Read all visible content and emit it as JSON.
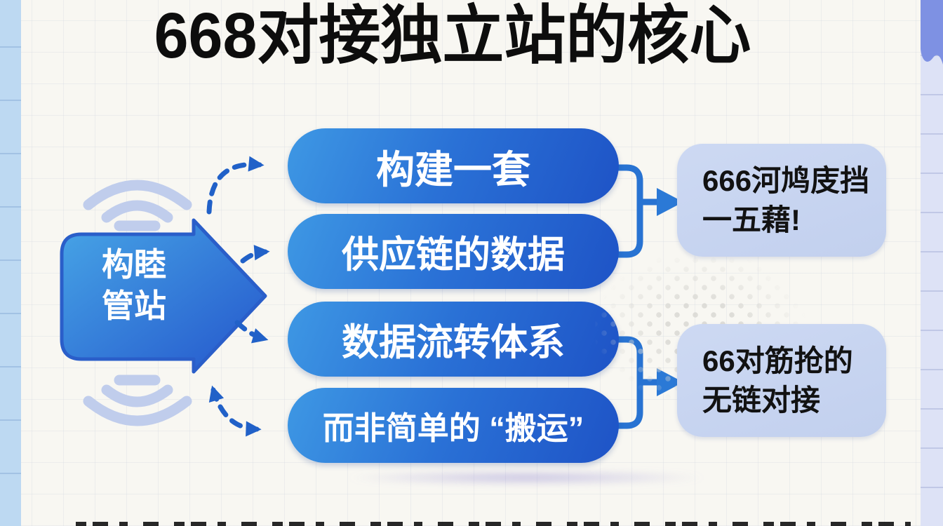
{
  "title": "668对接独立站的核心",
  "source_node": {
    "line1": "构睦",
    "line2": "管站"
  },
  "pills": [
    "构建一套",
    "供应链的数据",
    "数据流转体系",
    "而非简单的 “搬运”"
  ],
  "boxes": [
    {
      "line1": "666河鸠庋挡",
      "line2": "一五藉!"
    },
    {
      "line1": "66对筋抢的",
      "line2": "无链对接"
    }
  ],
  "colors": {
    "canvas_bg": "#f8f7f2",
    "title_color": "#0d0d0d",
    "pill_gradient_start": "#3e98e4",
    "pill_gradient_end": "#1e53c6",
    "node_text": "#ffffff",
    "connector_blue": "#2873d2",
    "dashed_blue": "#2161c8",
    "box_bg": "#c7d4f0",
    "box_text": "#121212",
    "strip_left": "#bdd9f2",
    "strip_right": "#dde2f6",
    "wave_accent": "#7e91e3",
    "signal_arc": "#c0cdec"
  }
}
